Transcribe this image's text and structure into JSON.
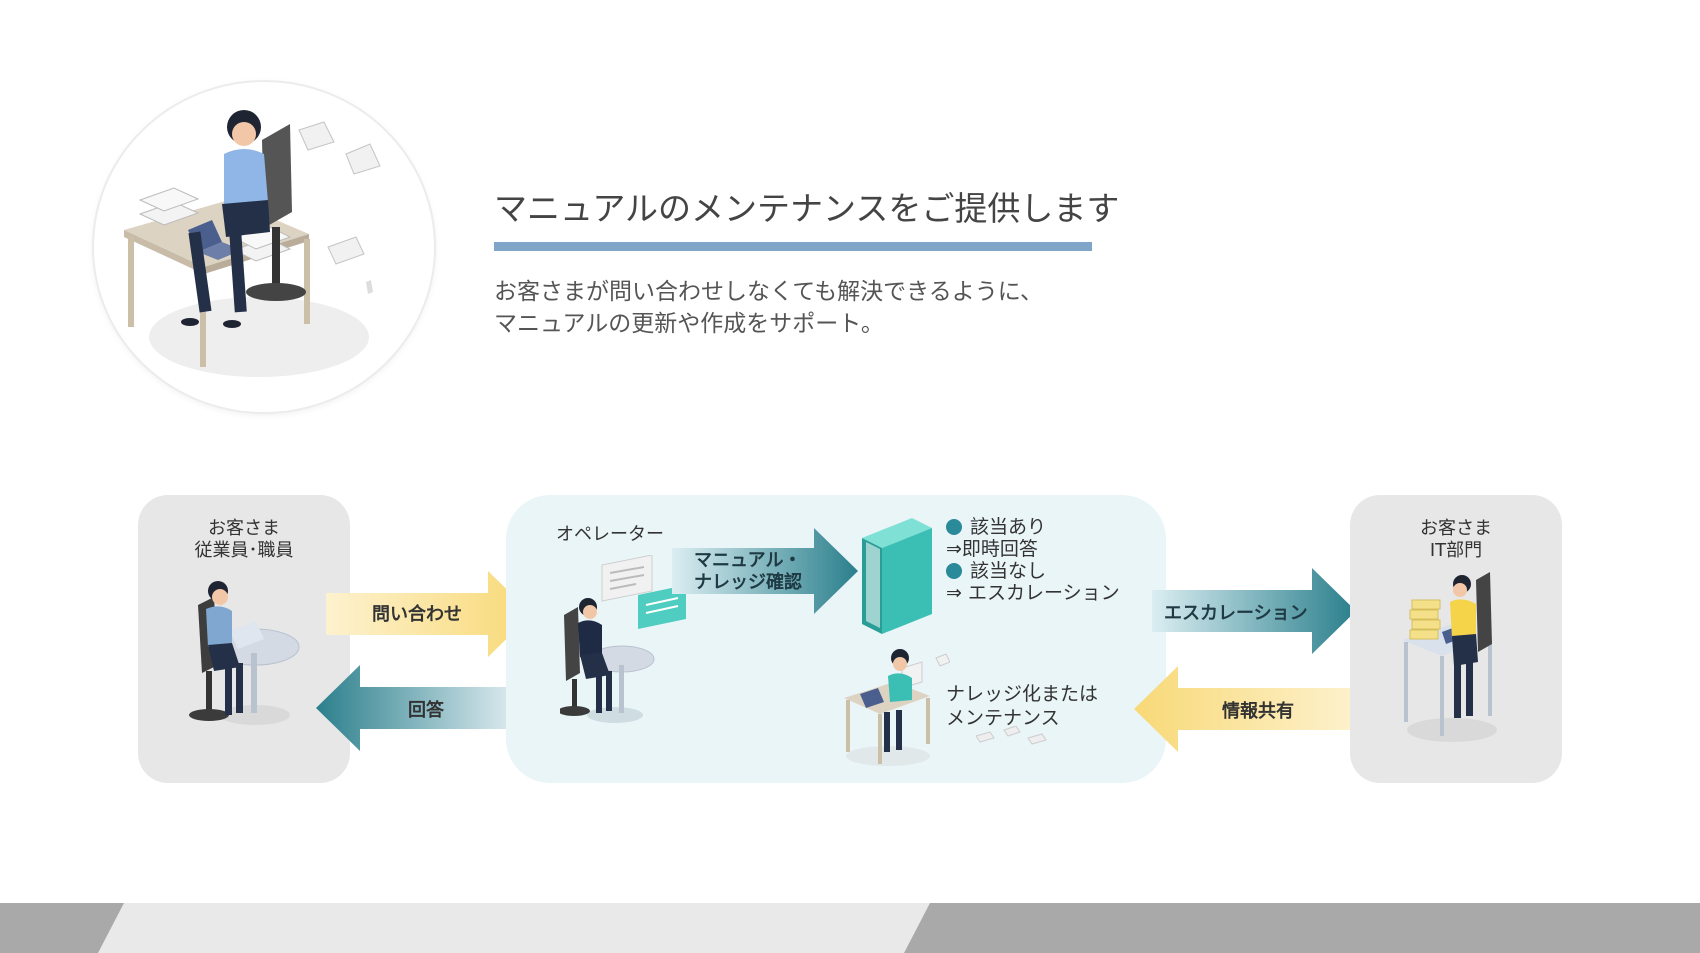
{
  "header": {
    "title": "マニュアルのメンテナンスをご提供します",
    "description_line1": "お客さまが問い合わせしなくても解決できるように、",
    "description_line2": "マニュアルの更新や作成をサポート。"
  },
  "flow": {
    "left_panel": {
      "line1": "お客さま",
      "line2": "従業員･職員"
    },
    "operator_label": "オペレーター",
    "arrow_inquiry": "問い合わせ",
    "arrow_answer": "回答",
    "arrow_check_line1": "マニュアル・",
    "arrow_check_line2": "ナレッジ確認",
    "results": {
      "item1": "該当あり",
      "item1_sub": "⇒即時回答",
      "item2": "該当なし",
      "item2_sub": "⇒ エスカレーション"
    },
    "knowledge_line1": "ナレッジ化または",
    "knowledge_line2": "メンテナンス",
    "arrow_escalation": "エスカレーション",
    "arrow_share": "情報共有",
    "right_panel": {
      "line1": "お客さま",
      "line2": "IT部門"
    }
  },
  "colors": {
    "title_bar": "#7fa6c8",
    "teal_dark": "#2a7f8c",
    "teal_book": "#3bbfb4",
    "yellow_arrow": "#f8dc8c",
    "panel_grey": "#e7e7e7",
    "panel_teal": "#eaf5f8"
  },
  "icons": [
    "woman-at-desk-illustration",
    "customer-at-desk-illustration",
    "operator-illustration",
    "book-icon",
    "staff-at-desk-illustration",
    "it-staff-illustration"
  ]
}
